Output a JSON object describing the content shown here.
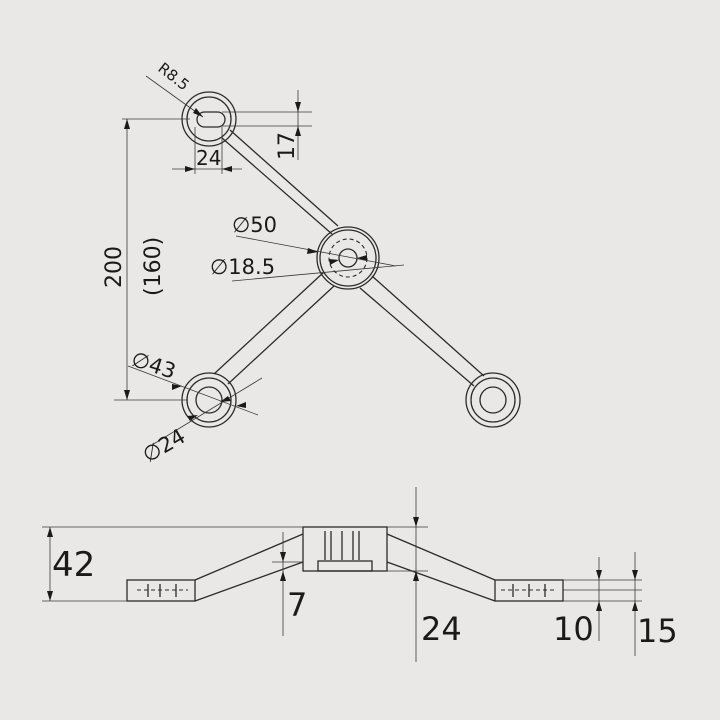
{
  "colors": {
    "background": "#e9e8e6",
    "line": "#2b2b2b",
    "text": "#1a1a1a"
  },
  "top_view": {
    "radius_label": "R8.5",
    "slot_width_label": "24",
    "slot_offset_label": "17",
    "height_label": "200",
    "height_alt_label": "(160)",
    "center_outer_diameter_label": "∅50",
    "center_hole_diameter_label": "∅18.5",
    "end_outer_diameter_label": "∅43",
    "end_hole_diameter_label": "∅24"
  },
  "side_view": {
    "total_height_label": "42",
    "arm_offset_label": "7",
    "hub_offset_label": "24",
    "end_thickness_label": "10",
    "end_height_label": "15"
  }
}
